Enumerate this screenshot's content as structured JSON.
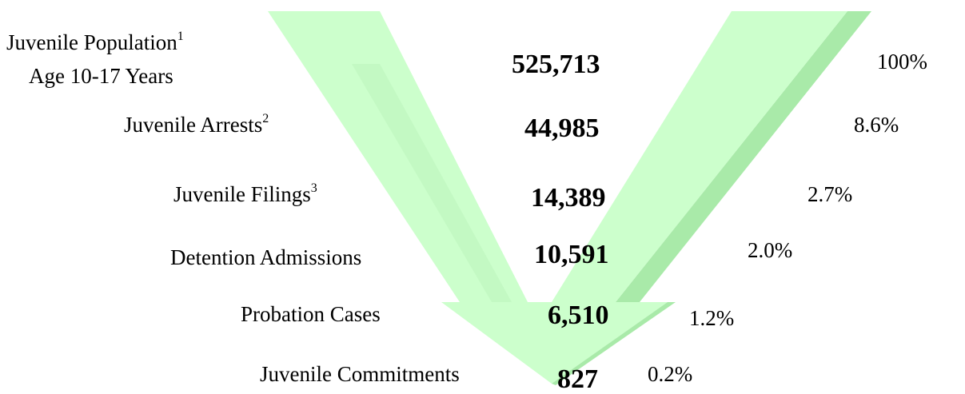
{
  "colors": {
    "arrow_fill": "#ccffcc",
    "arrow_shade": "#a9eaa9",
    "text": "#000000"
  },
  "stages": [
    {
      "label": "Juvenile Population",
      "label_line2": "Age 10-17 Years",
      "footnote": "1",
      "value": "525,713",
      "percent": "100%"
    },
    {
      "label": "Juvenile Arrests",
      "footnote": "2",
      "value": "44,985",
      "percent": "8.6%"
    },
    {
      "label": "Juvenile Filings",
      "footnote": "3",
      "value": "14,389",
      "percent": "2.7%"
    },
    {
      "label": "Detention Admissions",
      "value": "10,591",
      "percent": "2.0%"
    },
    {
      "label": "Probation Cases",
      "value": "6,510",
      "percent": "1.2%"
    },
    {
      "label": "Juvenile Commitments",
      "value": "827",
      "percent": "0.2%"
    }
  ]
}
